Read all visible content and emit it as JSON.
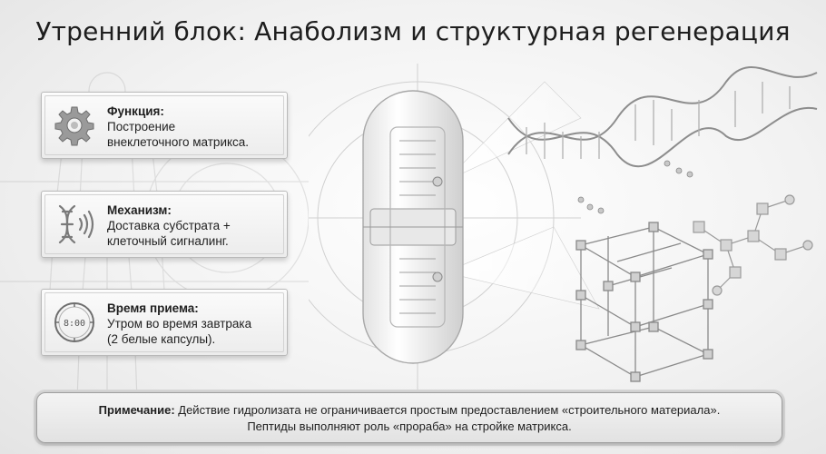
{
  "title": "Утренний блок: Анаболизм и структурная регенерация",
  "cards": [
    {
      "icon": "gear-icon",
      "heading": "Функция:",
      "body_line1": "Построение",
      "body_line2": "внеклеточного матрикса."
    },
    {
      "icon": "dna-signal-icon",
      "heading": "Механизм:",
      "body_line1": "Доставка субстрата +",
      "body_line2": "клеточный сигналинг."
    },
    {
      "icon": "clock-icon",
      "clock_text": "8:00",
      "heading": "Время приема:",
      "body_line1": "Утром во время завтрака",
      "body_line2": "(2 белые капсулы)."
    }
  ],
  "note": {
    "label": "Примечание:",
    "line1": " Действие гидролизата не ограничивается простым предоставлением «строительного материала».",
    "line2": "Пептиды выполняют роль «прораба» на стройке матрикса."
  },
  "colors": {
    "background": "#efefef",
    "card": "#f2f2f2",
    "text": "#1f1f1f",
    "accent_gray": "#8a8a8a"
  }
}
